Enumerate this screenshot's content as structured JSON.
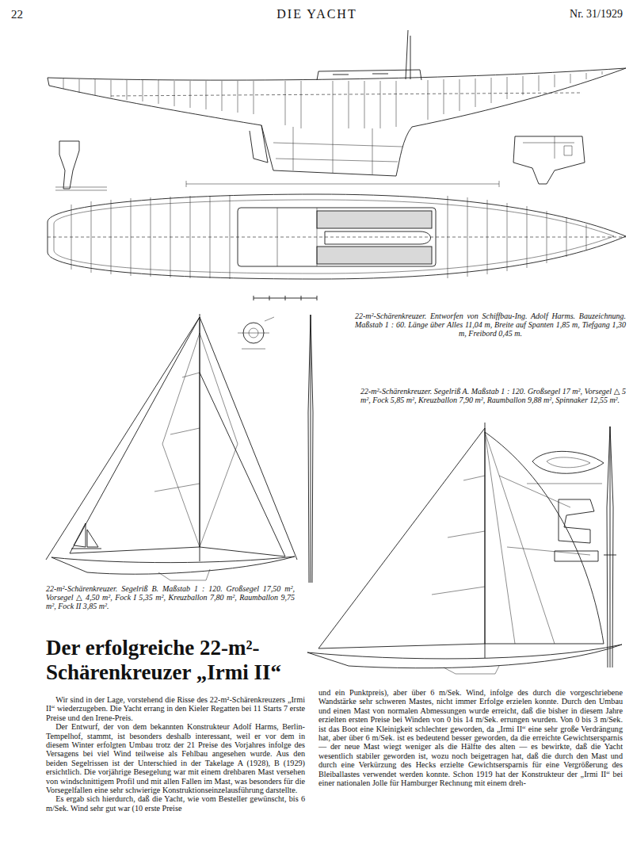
{
  "diagram": {
    "title": "Der erfolgreiche 22-m²-Schärenkreuzer „Irmi II“",
    "labels": [
      "22",
      "DIE YACHT",
      "Nr. 31/1929",
      "22-m²-Schärenkreuzer. Entworfen von Schiffbau-Ing. Adolf Harms. Bauzeichnung. Maßstab 1 : 60. Länge über Alles 11,04 m, Breite auf Spanten 1,85 m, Tiefgang 1,30 m, Freibord 0,45 m.",
      "22-m²-Schärenkreuzer. Segelriß A. Maßstab 1 : 120. Großsegel 17 m², Vorsegel △ 5 m², Fock 5,85 m², Kreuzballon 7,90 m², Raumballon 9,88 m², Spinnaker 12,55 m².",
      "22-m²-Schärenkreuzer. Segelriß B. Maßstab 1 : 120. Großsegel 17,50 m², Vorsegel △ 4,50 m², Fock I 5,35 m², Kreuzballon 7,80 m², Raumballon 9,75 m², Fock II 3,85 m².",
      "Wir sind in der Lage, vorstehend die Risse des 22-m²-Schärenkreuzers „Irmi II“ wiederzugeben. Die Yacht errang in den Kieler Regatten bei 11 Starts 7 erste Preise und den Irene-Preis.",
      "Der Entwurf, der von dem bekannten Konstrukteur Adolf Harms, Berlin-Tempelhof, stammt, ist besonders deshalb interessant, weil er vor dem in diesem Winter erfolgten Umbau trotz der 21 Preise des Vorjahres infolge des Versagens bei viel Wind teilweise als Fehlbau angesehen wurde. Aus den beiden Segelrissen ist der Unterschied in der Takelage A (1928), B (1929) ersichtlich. Die vorjährige Besegelung war mit einem drehbaren Mast versehen von windschnittigem Profil und mit allen Fallen im Mast, was besonders für die Vorsegelfallen eine sehr schwierige Konstruktionseinzelausführung darstellte.",
      "Es ergab sich hierdurch, daß die Yacht, wie vom Besteller gewünscht, bis 6 m/Sek. Wind sehr gut war (10 erste Preise",
      "und ein Punktpreis), aber über 6 m/Sek. Wind, infolge des durch die vorgeschriebene Wandstärke sehr schweren Mastes, nicht immer Erfolge erzielen konnte. Durch den Umbau und einen Mast von normalen Abmessungen wurde erreicht, daß die bisher in diesem Jahre erzielten ersten Preise bei Winden von 0 bis 14 m/Sek. errungen wurden. Von 0 bis 3 m/Sek. ist das Boot eine Kleinigkeit schlechter geworden, da „Irmi II“ eine sehr große Verdrängung hat, aber über 6 m/Sek. ist es bedeutend besser geworden, da die erreichte Gewichtsersparnis — der neue Mast wiegt weniger als die Hälfte des alten — es bewirkte, daß die Yacht wesentlich stabiler geworden ist, wozu noch beigetragen hat, daß die durch den Mast und durch eine Verkürzung des Hecks erzielte Gewichtsersparnis für eine Vergrößerung des Bleiballastes verwendet werden konnte. Schon 1919 hat der Konstrukteur der „Irmi II“ bei einer nationalen Jolle für Hamburger Rechnung mit einem dreh-"
    ]
  }
}
